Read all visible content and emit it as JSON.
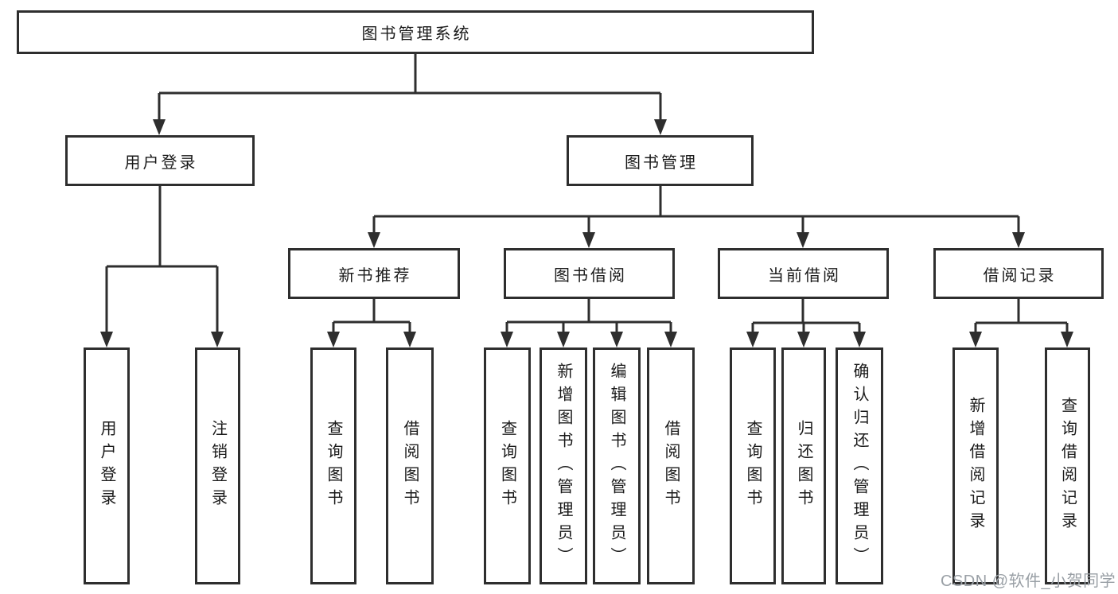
{
  "tree": {
    "label": "图书管理系统",
    "children": [
      {
        "label": "用户登录",
        "children": [
          {
            "label": "用户登录"
          },
          {
            "label": "注销登录"
          }
        ]
      },
      {
        "label": "图书管理",
        "children": [
          {
            "label": "新书推荐",
            "children": [
              {
                "label": "查询图书"
              },
              {
                "label": "借阅图书"
              }
            ]
          },
          {
            "label": "图书借阅",
            "children": [
              {
                "label": "查询图书"
              },
              {
                "label": "新增图书（管理员）"
              },
              {
                "label": "编辑图书（管理员）"
              },
              {
                "label": "借阅图书"
              }
            ]
          },
          {
            "label": "当前借阅",
            "children": [
              {
                "label": "查询图书"
              },
              {
                "label": "归还图书"
              },
              {
                "label": "确认归还（管理员）"
              }
            ]
          },
          {
            "label": "借阅记录",
            "children": [
              {
                "label": "新增借阅记录"
              },
              {
                "label": "查询借阅记录"
              }
            ]
          }
        ]
      }
    ]
  },
  "watermark": {
    "text": "CSDN @软件_小贺同学",
    "color": "#9aa0a6"
  },
  "colors": {
    "background": "#ffffff",
    "line": "#2e2e2e",
    "box_border": "#2e2e2e",
    "text": "#1a1a1a"
  }
}
